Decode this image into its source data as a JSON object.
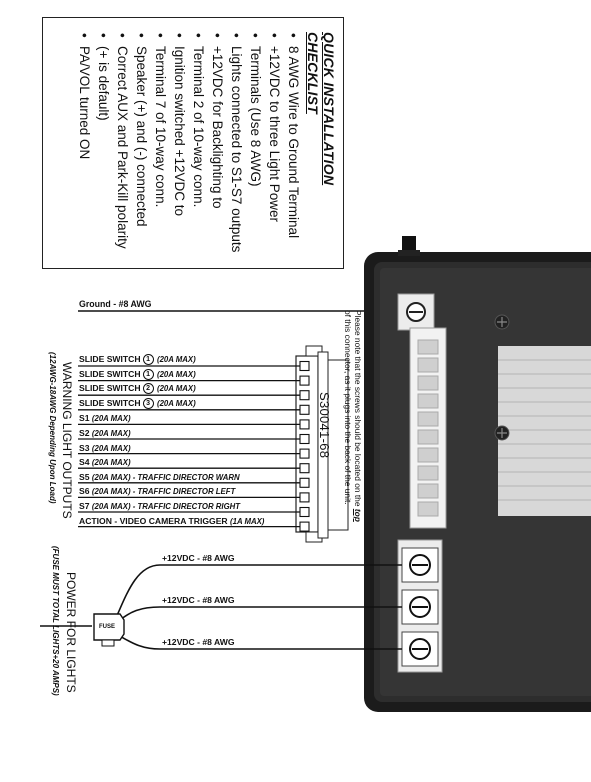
{
  "checklist": {
    "title": "QUICK INSTALLATION CHECKLIST",
    "items": [
      "8 AWG Wire to Ground Terminal",
      "+12VDC to three Light Power",
      "Terminals (Use 8 AWG)",
      "Lights connected to S1-S7 outputs",
      "+12VDC for Backlighting to",
      "Terminal 2 of 10-way conn.",
      "Ignition switched +12VDC to",
      "Terminal 7 of 10-way conn.",
      "Speaker (+) and (-) connected",
      "Correct AUX and Park-Kill polarity",
      "(+ is default)",
      "PA/VOL turned ON"
    ]
  },
  "ground_label": "Ground - #8 AWG",
  "connector_id": "S30041-68",
  "note": {
    "line1_pre": "Please note that the screws should be located on the ",
    "line1_em": "top",
    "line2": "of this connector, as it plugs into the back of the unit."
  },
  "outputs": [
    {
      "label": "SLIDE SWITCH",
      "num": "1",
      "amp": "(20A MAX)"
    },
    {
      "label": "SLIDE SWITCH",
      "num": "1",
      "amp": "(20A MAX)"
    },
    {
      "label": "SLIDE SWITCH",
      "num": "2",
      "amp": "(20A MAX)"
    },
    {
      "label": "SLIDE SWITCH",
      "num": "3",
      "amp": "(20A MAX)"
    },
    {
      "label": "S1",
      "num": "",
      "amp": "(20A MAX)"
    },
    {
      "label": "S2",
      "num": "",
      "amp": "(20A MAX)"
    },
    {
      "label": "S3",
      "num": "",
      "amp": "(20A MAX)"
    },
    {
      "label": "S4",
      "num": "",
      "amp": "(20A MAX)"
    },
    {
      "label": "S5",
      "num": "",
      "amp": "(20A MAX) - TRAFFIC DIRECTOR WARN"
    },
    {
      "label": "S6",
      "num": "",
      "amp": "(20A MAX) - TRAFFIC DIRECTOR LEFT"
    },
    {
      "label": "S7",
      "num": "",
      "amp": "(20A MAX) - TRAFFIC DIRECTOR RIGHT"
    },
    {
      "label": "ACTION - VIDEO CAMERA TRIGGER",
      "num": "",
      "amp": "(1A MAX)"
    }
  ],
  "warning_title": "WARNING LIGHT OUTPUTS",
  "warning_sub": "(12AWG-18AWG Depending Upon Load)",
  "power_wires": [
    "+12VDC - #8 AWG",
    "+12VDC - #8 AWG",
    "+12VDC - #8 AWG"
  ],
  "power_title": "POWER FOR LIGHTS",
  "power_sub": "(FUSE MUST TOTAL LIGHTS+20 AMPS)",
  "fuse_label": "FUSE"
}
